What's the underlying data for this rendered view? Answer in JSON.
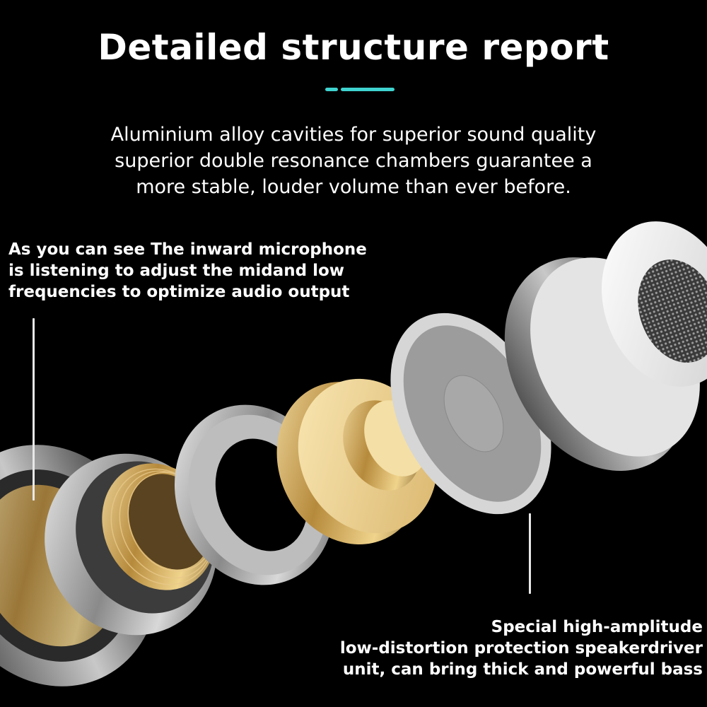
{
  "header": {
    "title": "Detailed structure report",
    "accent_color": "#3fd3cf",
    "subtitle_lines": [
      "Aluminium alloy cavities for superior sound quality",
      "superior double resonance chambers guarantee a",
      "more stable, louder volume than ever before."
    ]
  },
  "annotations": {
    "microphone": {
      "lines": [
        "As you can see The inward microphone",
        "is listening to adjust the midand low",
        "frequencies to optimize audio output"
      ]
    },
    "speaker_driver": {
      "lines": [
        "Special high-amplitude",
        "low-distortion protection speakerdriver",
        "unit, can bring thick and powerful bass"
      ]
    }
  },
  "components": [
    {
      "name": "rear-housing",
      "material": "silver"
    },
    {
      "name": "voice-coil",
      "material": "gold"
    },
    {
      "name": "spoked-ring",
      "material": "silver"
    },
    {
      "name": "magnet",
      "material": "gold"
    },
    {
      "name": "diaphragm",
      "material": "silver"
    },
    {
      "name": "perforated-cavity",
      "material": "silver"
    },
    {
      "name": "ear-tip-mesh",
      "material": "white"
    }
  ],
  "colors": {
    "background": "#000000",
    "text": "#ffffff",
    "gold": "#c9a45a",
    "silver": "#9a9a9a"
  }
}
